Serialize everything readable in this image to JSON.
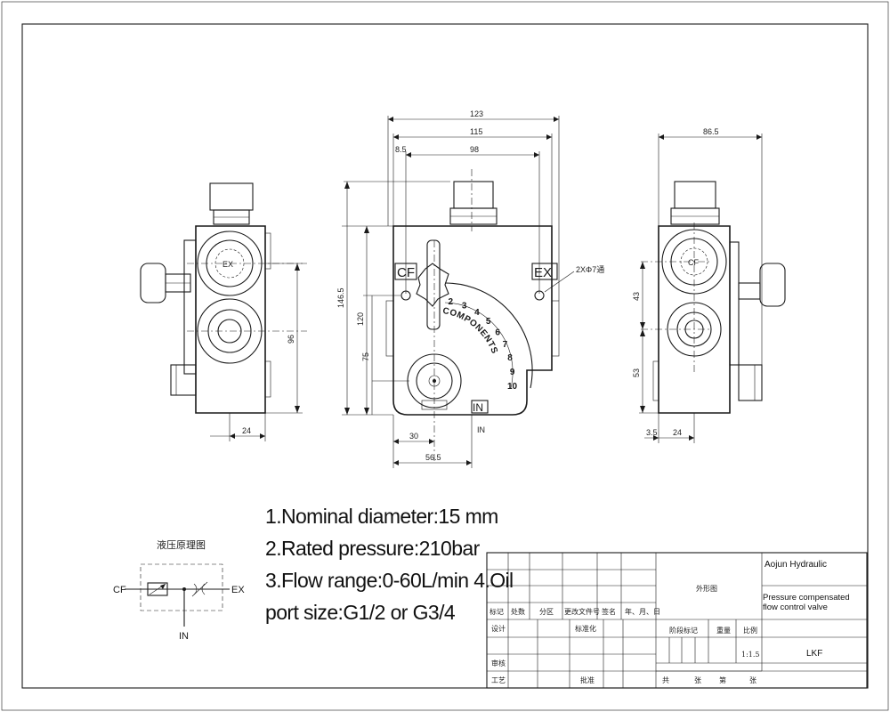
{
  "drawing": {
    "dimensions": {
      "d123": "123",
      "d115": "115",
      "d98": "98",
      "d85": "8.5",
      "d865": "86.5",
      "d1465": "146.5",
      "d120": "120",
      "d75": "75",
      "d96": "96",
      "d43": "43",
      "d53": "53",
      "d24_left": "24",
      "d24_right": "24",
      "d35": "3.5",
      "d30": "30",
      "d565": "56.5"
    },
    "port_labels": {
      "cf": "CF",
      "ex": "EX",
      "in": "IN",
      "in_below": "IN",
      "hole_note": "2XΦ7通",
      "brand_arc": "COMPONENTS",
      "side_port_ex": "EX",
      "side_port_cf": "CF"
    },
    "dial_numbers": [
      "2",
      "3",
      "4",
      "5",
      "6",
      "7",
      "8",
      "9",
      "10"
    ]
  },
  "schematic": {
    "title": "液压原理图",
    "cf": "CF",
    "ex": "EX",
    "in": "IN"
  },
  "specs": {
    "line1": "1.Nominal diameter:15 mm",
    "line2": "2.Rated pressure:210bar",
    "line3": "3.Flow range:0-60L/min 4.Oil",
    "line4": "port size:G1/2 or G3/4"
  },
  "title_block": {
    "headers": [
      "标记",
      "处数",
      "分区",
      "更改文件号",
      "签名",
      "年、月、日"
    ],
    "design": "设计",
    "standardization": "标准化",
    "review": "审核",
    "process": "工艺",
    "approve": "批准",
    "stage_mark": "阶段标记",
    "weight": "重量",
    "scale": "比例",
    "scale_value": "1:1.5",
    "total": "共",
    "sheets": "张",
    "sheet_no": "第",
    "sheet": "张",
    "drawing_name": "外形图",
    "company": "Aojun Hydraulic",
    "description": "Pressure compensated flow control valve",
    "code": "LKF"
  }
}
